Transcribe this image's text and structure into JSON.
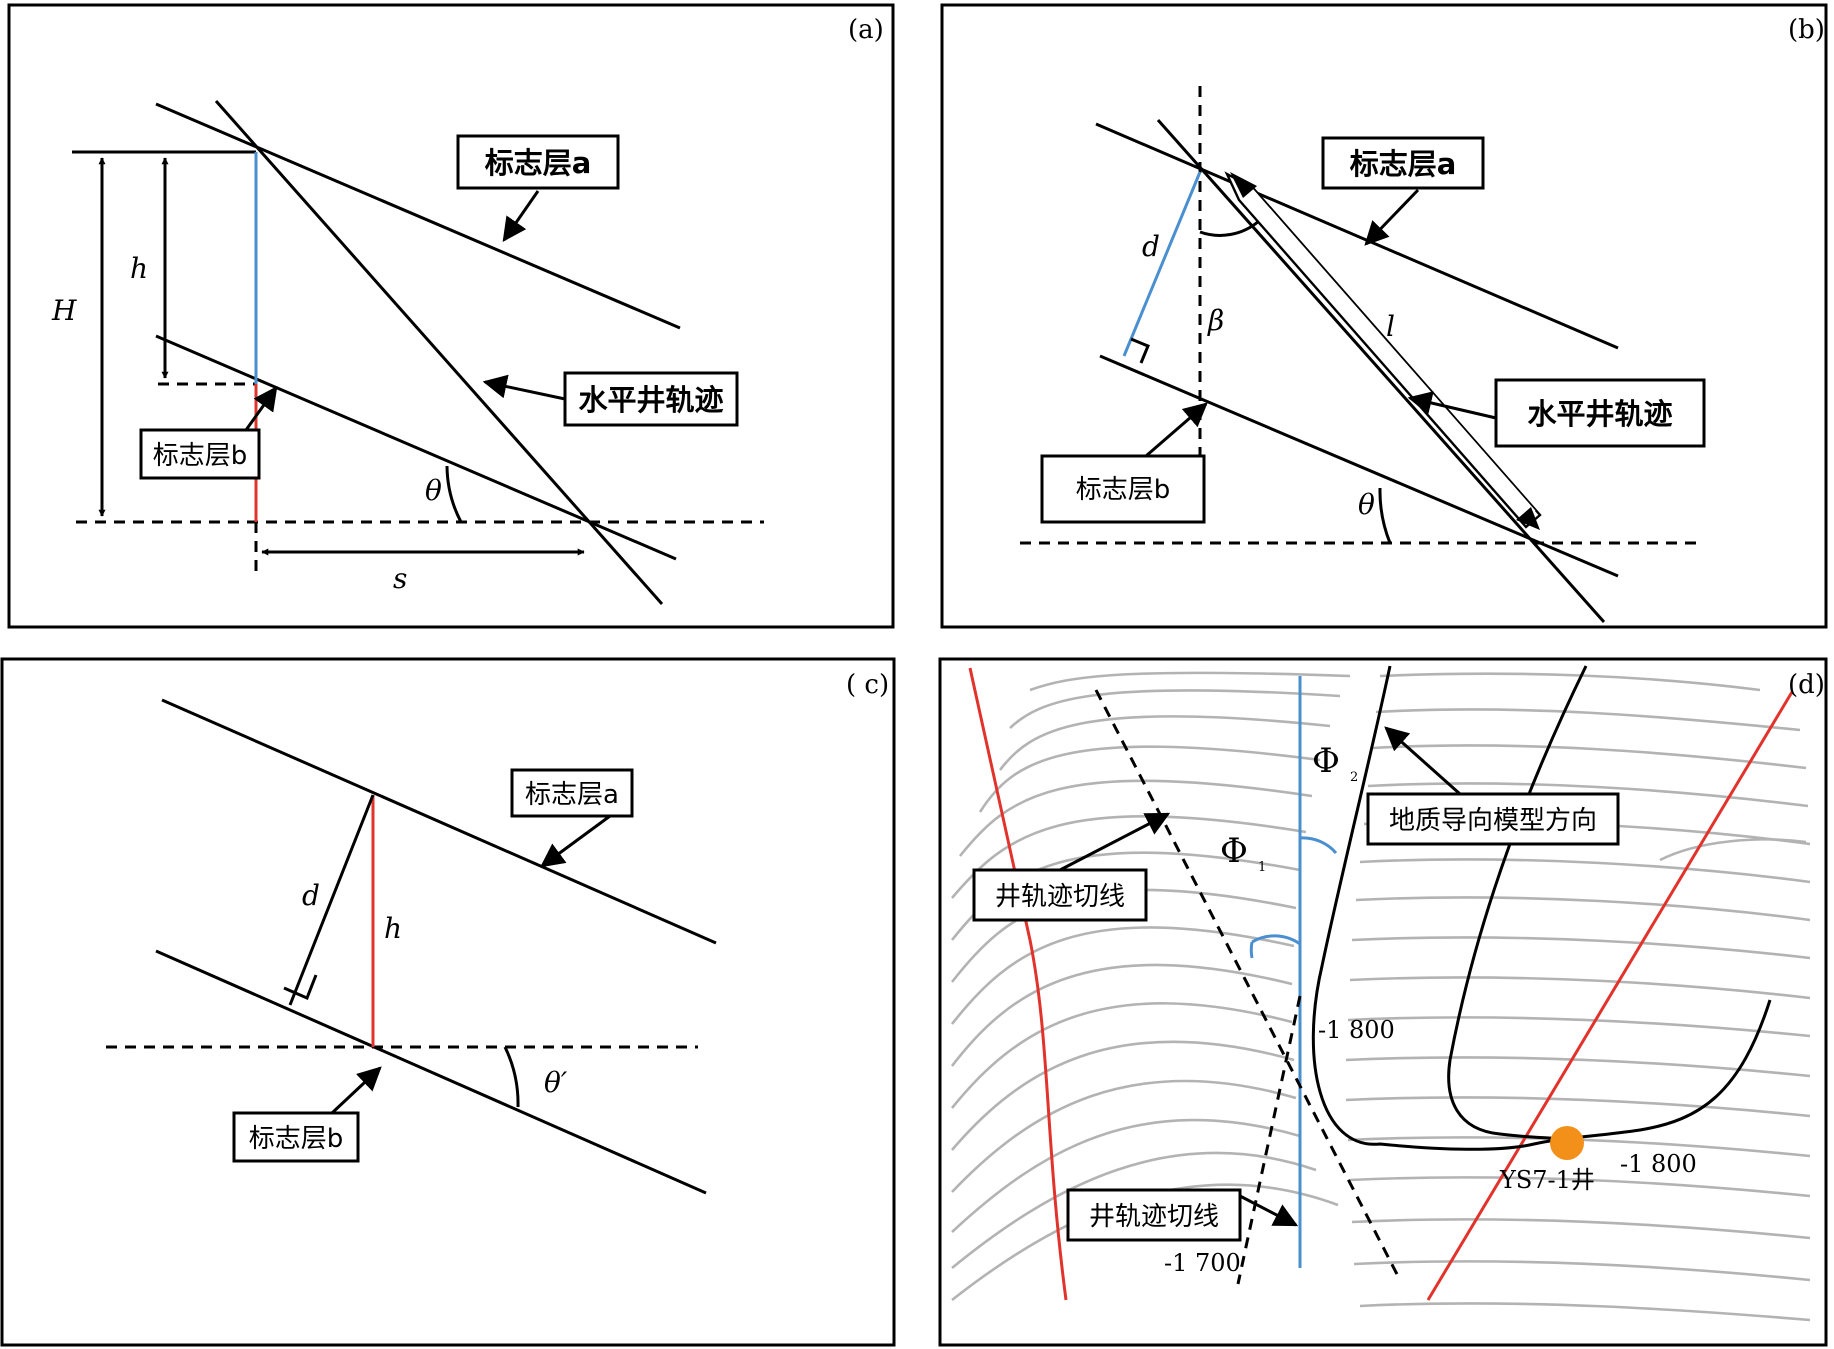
{
  "panels": {
    "a": {
      "tag": "(a)",
      "layer_a": "标志层a",
      "layer_b": "标志层b",
      "trajectory": "水平井轨迹",
      "sym_H": "H",
      "sym_h": "h",
      "sym_theta": "θ",
      "sym_s": "s"
    },
    "b": {
      "tag": "(b)",
      "layer_a": "标志层a",
      "layer_b": "标志层b",
      "trajectory": "水平井轨迹",
      "sym_d": "d",
      "sym_beta": "β",
      "sym_l": "l",
      "sym_theta": "θ"
    },
    "c": {
      "tag": "( c)",
      "layer_a": "标志层a",
      "layer_b": "标志层b",
      "sym_d": "d",
      "sym_h": "h",
      "sym_theta": "θ′"
    },
    "d": {
      "tag": "(d)",
      "phi": "Φ",
      "phi1_sub": "1",
      "phi2_sub": "2",
      "model_direction": "地质导向模型方向",
      "tangent_upper": "井轨迹切线",
      "tangent_lower": "井轨迹切线",
      "contour_1800_left": "-1 800",
      "contour_1800_right": "-1 800",
      "contour_1700": "-1 700",
      "well_name": "YS7-1井",
      "well_color": "#f39019",
      "fault_color": "#e1332b",
      "direction_color": "#4a8fd0"
    }
  }
}
